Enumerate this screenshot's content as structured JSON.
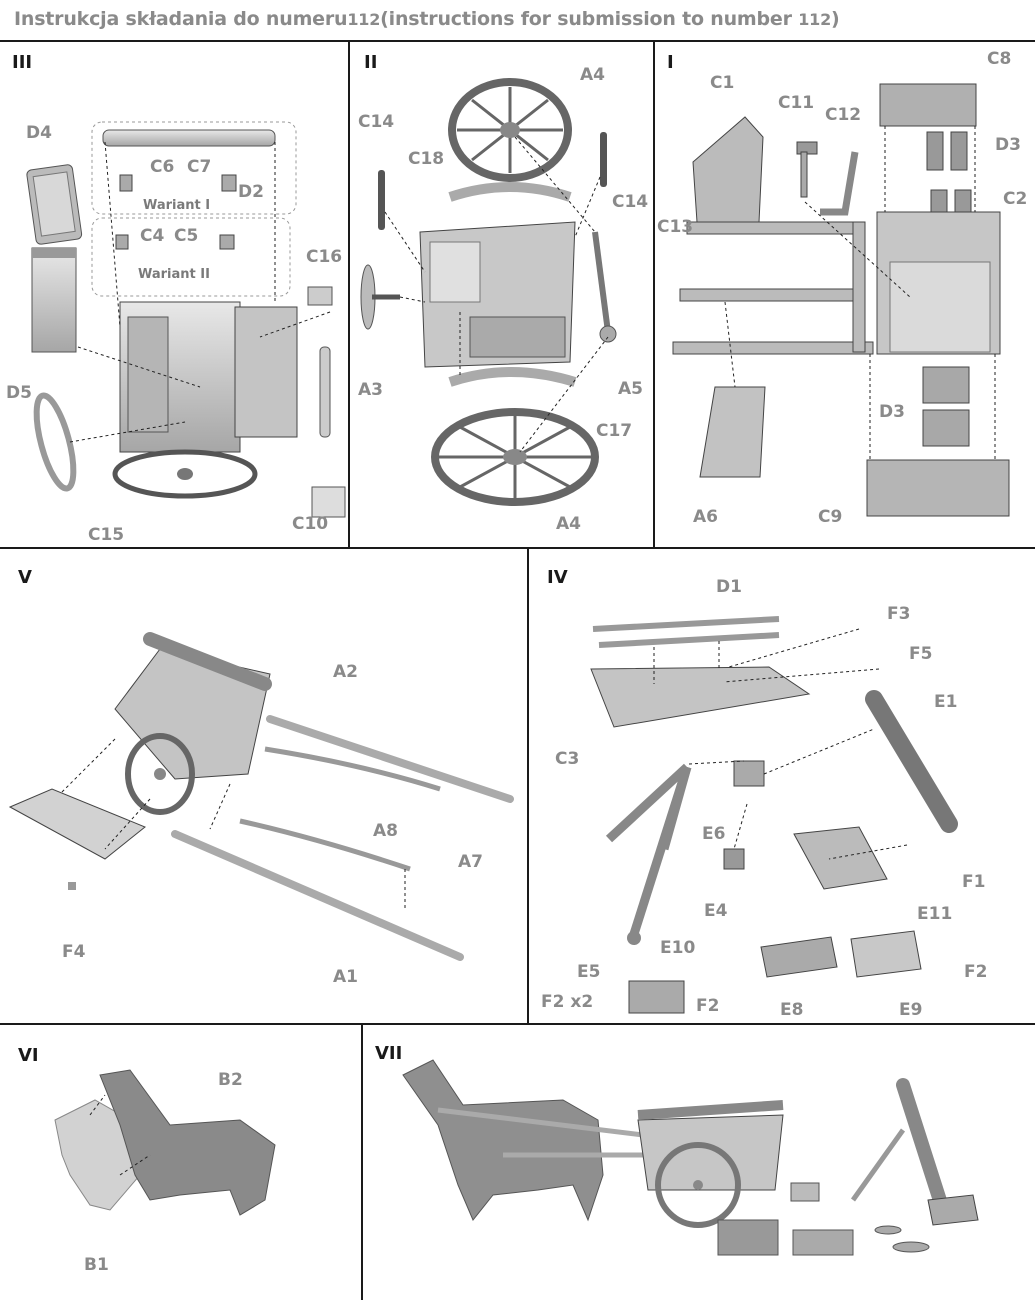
{
  "header": {
    "title_main": "Instrukcja składania do numeru",
    "num1": "112",
    "title_en": "(instructions for submission to number ",
    "num2": "112",
    "close": ")"
  },
  "panels": {
    "p3": {
      "roman": "III",
      "labels": {
        "d4": "D4",
        "c6": "C6",
        "c7": "C7",
        "d2": "D2",
        "wariant1": "Wariant I",
        "c4": "C4",
        "c5": "C5",
        "wariant2": "Wariant II",
        "c16": "C16",
        "d5": "D5",
        "c15": "C15",
        "c10": "C10"
      }
    },
    "p2": {
      "roman": "II",
      "labels": {
        "a4top": "A4",
        "c14l": "C14",
        "c18": "C18",
        "c14r": "C14",
        "a3": "A3",
        "a5": "A5",
        "c17": "C17",
        "a4bot": "A4"
      }
    },
    "p1": {
      "roman": "I",
      "labels": {
        "c1": "C1",
        "c11": "C11",
        "c12": "C12",
        "c8": "C8",
        "d3top": "D3",
        "c2": "C2",
        "c13": "C13",
        "d3mid": "D3",
        "a6": "A6",
        "c9": "C9"
      }
    },
    "p5": {
      "roman": "V",
      "labels": {
        "a2": "A2",
        "a8": "A8",
        "a7": "A7",
        "f4": "F4",
        "a1": "A1"
      }
    },
    "p4": {
      "roman": "IV",
      "labels": {
        "d1": "D1",
        "f3": "F3",
        "f5": "F5",
        "e1": "E1",
        "c3": "C3",
        "e6": "E6",
        "f1": "F1",
        "e4": "E4",
        "e11": "E11",
        "e10": "E10",
        "e5": "E5",
        "f2x2": "F2 x2",
        "f2a": "F2",
        "e8": "E8",
        "e9": "E9",
        "f2b": "F2"
      }
    },
    "p6": {
      "roman": "VI",
      "labels": {
        "b2": "B2",
        "b1": "B1"
      }
    },
    "p7": {
      "roman": "VII",
      "labels": {}
    }
  },
  "colors": {
    "text_gray": "#8a8a8a",
    "model_gray": "#9a9a9a",
    "line": "#1a1a1a"
  }
}
